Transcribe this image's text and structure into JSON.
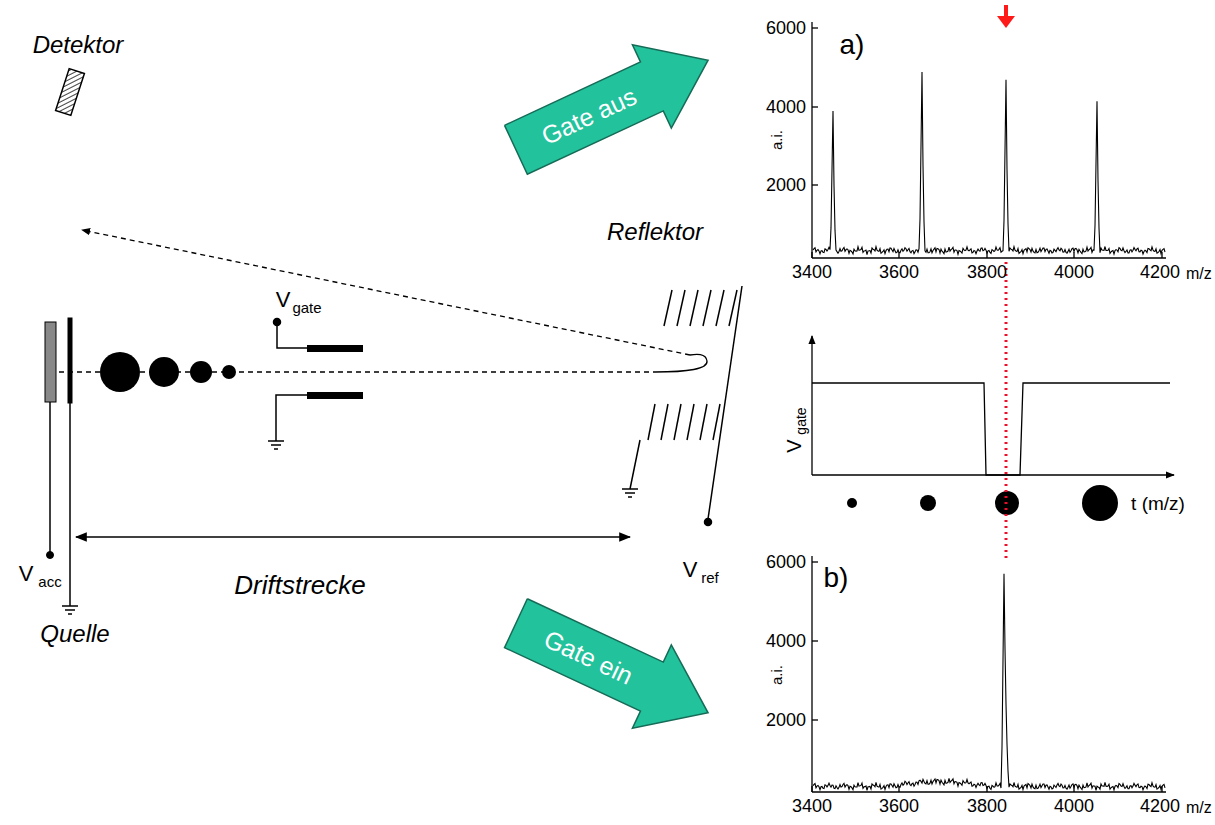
{
  "diagram": {
    "nodes": [
      {
        "text": [
          "Gate aus"
        ]
      },
      {
        "text": [
          "Gate ein"
        ]
      }
    ],
    "labels": [
      "Detektor",
      "Reflektor",
      "V",
      "gate",
      "V",
      "acc",
      "V",
      "ref",
      "Driftstrecke",
      "Quelle",
      "a)",
      "6000",
      "4000",
      "2000",
      "a.i.",
      "3400",
      "3600",
      "3800",
      "4000",
      "4200",
      "m/z",
      "V",
      "gate",
      "t (m/z)",
      "b)",
      "6000",
      "4000",
      "2000",
      "a.i.",
      "3400",
      "3600",
      "3800",
      "4000",
      "4200",
      "m/z"
    ]
  }
}
